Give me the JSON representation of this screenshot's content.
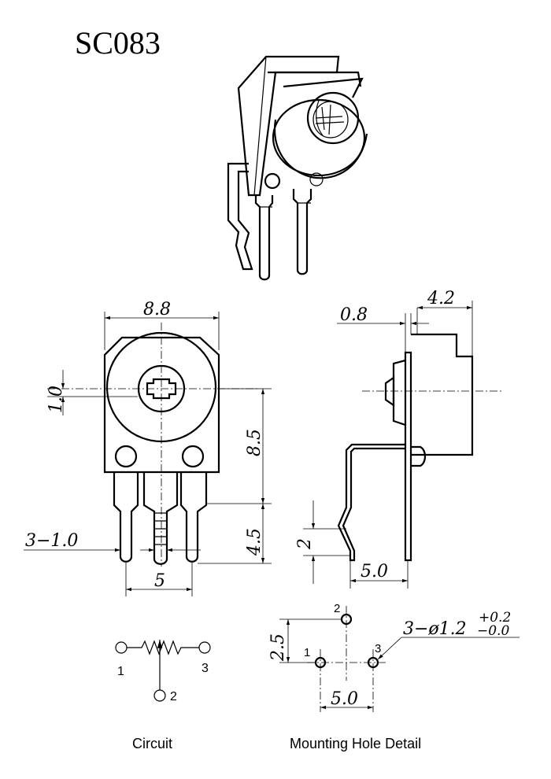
{
  "title": "SC083",
  "front_view": {
    "width_dim": "8.8",
    "offset_dim": "1.0",
    "height_dim": "8.5",
    "pin_dim": "4.5",
    "pin_dia_dim": "3−1.0",
    "pitch_dim": "5"
  },
  "side_view": {
    "thickness_dim": "0.8",
    "depth_dim": "4.2",
    "bend_dim": "2",
    "base_dim": "5.0"
  },
  "circuit": {
    "caption": "Circuit",
    "pin1": "1",
    "pin2": "2",
    "pin3": "3"
  },
  "mounting": {
    "caption": "Mounting Hole Detail",
    "vertical_dim": "2.5",
    "horizontal_dim": "5.0",
    "hole_label": "3−ø1.2",
    "tol_plus": "+0.2",
    "tol_minus": "−0.0",
    "pin1": "1",
    "pin2": "2",
    "pin3": "3"
  }
}
